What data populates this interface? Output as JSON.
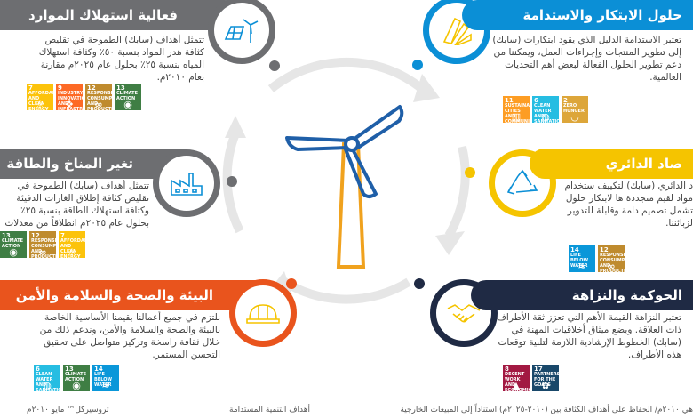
{
  "sections": {
    "resource": {
      "title": "فعالية استهلاك الموارد",
      "body": "تتمثل أهداف (سابك) الطموحة في تقليص كثافة هدر المواد بنسبة ٥٠٪ وكثافة استهلاك المياه بنسبة ٢٥٪ بحلول عام ٢٠٢٥م مقارنة بعام ٢٠١٠م.",
      "color": "#6d6e71",
      "sdgs": [
        {
          "num": "7",
          "label": "AFFORDABLE AND CLEAN ENERGY",
          "color": "#fcc30b",
          "icon": "sun-icon"
        },
        {
          "num": "9",
          "label": "INDUSTRY, INNOVATION AND INFRASTRUCTURE",
          "color": "#fd6925",
          "icon": "cubes-icon"
        },
        {
          "num": "12",
          "label": "RESPONSIBLE CONSUMPTION AND PRODUCTION",
          "color": "#bf8b2e",
          "icon": "infinity-icon"
        },
        {
          "num": "13",
          "label": "CLIMATE ACTION",
          "color": "#3f7e44",
          "icon": "eye-icon"
        }
      ]
    },
    "innovation": {
      "title": "حلول الابتكار والاستدامة",
      "body": "تعتبر الاستدامة الدليل الذي يقود ابتكارات (سابك) إلى تطوير المنتجات وإجراءات العمل، ويمكننا من دعم تطوير الحلول الفعالة لبعض أهم التحديات العالمية.",
      "color": "#0b8fd6",
      "sdgs": [
        {
          "num": "11",
          "label": "SUSTAINABLE CITIES AND COMMUNITIES",
          "color": "#fd9d24",
          "icon": "city-icon"
        },
        {
          "num": "6",
          "label": "CLEAN WATER AND SANITATION",
          "color": "#26bde2",
          "icon": "drop-icon"
        },
        {
          "num": "2",
          "label": "ZERO HUNGER",
          "color": "#dda63a",
          "icon": "bowl-icon"
        }
      ]
    },
    "climate": {
      "title": "تغير المناخ والطاقة",
      "body": "تتمثل أهداف (سابك) الطموحة في تقليص كثافة إطلاق الغازات الدفيئة وكثافة استهلاك الطاقة بنسبة ٢٥٪ بحلول عام ٢٠٢٥م انطلاقاً من معدلات العام ٢٠١٠م.",
      "color": "#6d6e71",
      "sdgs": [
        {
          "num": "13",
          "label": "CLIMATE ACTION",
          "color": "#3f7e44",
          "icon": "eye-icon"
        },
        {
          "num": "12",
          "label": "RESPONSIBLE CONSUMPTION AND PRODUCTION",
          "color": "#bf8b2e",
          "icon": "infinity-icon"
        },
        {
          "num": "7",
          "label": "AFFORDABLE AND CLEAN ENERGY",
          "color": "#fcc30b",
          "icon": "sun-icon"
        }
      ]
    },
    "circular": {
      "title": "صاد الدائري",
      "body": "د الدائري (سابك) لتكييف ستخدام مواد لقيم متجددة ها لابتكار حلول تشمل تصميم دامة وقابلة للتدوير لزبائننا.",
      "color": "#f5c400",
      "sdgs": [
        {
          "num": "14",
          "label": "LIFE BELOW WATER",
          "color": "#0a97d9",
          "icon": "fish-icon"
        },
        {
          "num": "12",
          "label": "RESPONSIBLE CONSUMPTION AND PRODUCTION",
          "color": "#bf8b2e",
          "icon": "infinity-icon"
        }
      ]
    },
    "health": {
      "title": "البيئة والصحة والسلامة والأمن",
      "body": "نلتزم في جميع أعمالنا بقيمنا الأساسية الخاصة بالبيئة والصحة والسلامة والأمن، وندعم ذلك من خلال ثقافة راسخة وتركيز متواصل على تحقيق التحسن المستمر.",
      "color": "#e9541d",
      "sdgs": [
        {
          "num": "6",
          "label": "CLEAN WATER AND SANITATION",
          "color": "#26bde2",
          "icon": "drop-icon"
        },
        {
          "num": "13",
          "label": "CLIMATE ACTION",
          "color": "#3f7e44",
          "icon": "eye-icon"
        },
        {
          "num": "14",
          "label": "LIFE BELOW WATER",
          "color": "#0a97d9",
          "icon": "fish-icon"
        }
      ]
    },
    "governance": {
      "title": "الحوكمة والنزاهة",
      "body": "تعتبر النزاهة القيمة الأهم التي تعزز ثقة الأطراف ذات العلاقة. ويضع ميثاق أخلاقيات المهنة في (سابك) الخطوط الإرشادية اللازمة لتلبية توقعات هذه الأطراف.",
      "color": "#1f2a44",
      "sdgs": [
        {
          "num": "8",
          "label": "DECENT WORK AND ECONOMIC GROWTH",
          "color": "#a21942",
          "icon": "chart-icon"
        },
        {
          "num": "17",
          "label": "PARTNERSHIPS FOR THE GOALS",
          "color": "#19486a",
          "icon": "flower-icon"
        }
      ]
    }
  },
  "footer": {
    "left": "تروسيركل™ مايو ٢٠١٠م",
    "center": "أهداف التنمية المستدامة",
    "right": "هي ٢٠١٠م/ الحفاظ على أهداف الكثافة بين (٢٠١٠-٢٠٢٥م) استناداً إلى المبيعات الخارجية"
  },
  "colors": {
    "arrow": "#e6e6e6",
    "turbine_blade": "#1f5fa8",
    "turbine_tower": "#f0a21e"
  }
}
